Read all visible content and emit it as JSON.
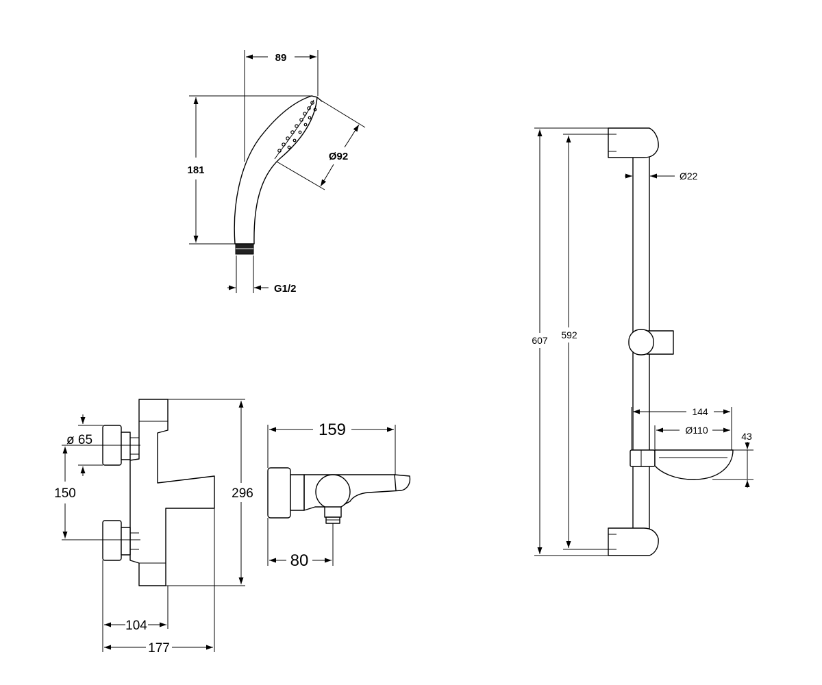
{
  "hand_shower": {
    "width": "89",
    "height": "181",
    "diameter": "Ø92",
    "connection": "G1/2"
  },
  "mixer": {
    "diameter": "ø 65",
    "spacing": "150",
    "height": "296",
    "depth_body": "104",
    "depth_total": "177",
    "spout_length": "159",
    "outlet_offset": "80"
  },
  "rail": {
    "total_height": "607",
    "inner_height": "592",
    "diameter": "Ø22",
    "soap_dish_depth": "144",
    "soap_dish_diameter": "Ø110",
    "soap_dish_height": "43"
  }
}
